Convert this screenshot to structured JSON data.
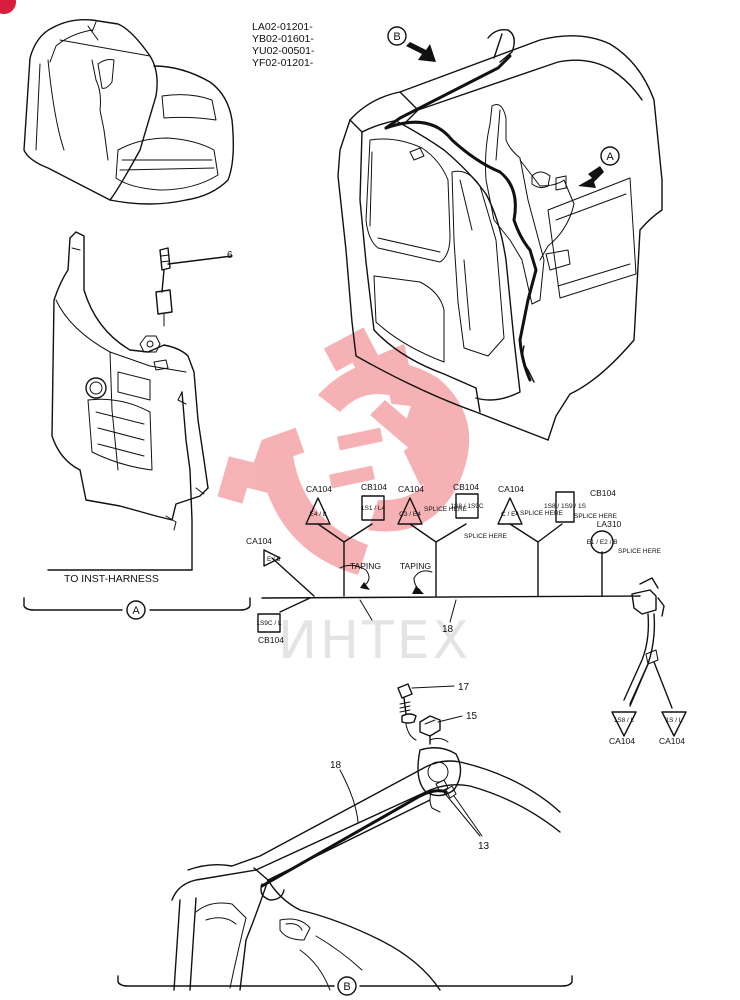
{
  "serial_numbers": [
    "LA02-01201-",
    "YB02-01601-",
    "YU02-00501-",
    "YF02-01201-"
  ],
  "view_markers": {
    "a": "A",
    "b": "B"
  },
  "callouts": {
    "p6": "6",
    "p13": "13",
    "p15": "15",
    "p17": "17",
    "p18_harness": "18",
    "p18_detail": "18"
  },
  "labels": {
    "to_inst_harness": "TO INST-HARNESS",
    "taping_1": "TAPING",
    "taping_2": "TAPING",
    "splice_here": "SPLICE HERE"
  },
  "connectors": {
    "ca104_top1": {
      "name": "CA104",
      "code": "E4 / 8"
    },
    "cb104_top1": {
      "name": "CB104",
      "code": "1S1 / L4"
    },
    "ca104_top2": {
      "name": "CA104",
      "code": "C3 / E4"
    },
    "cb104_top2": {
      "name": "CB104",
      "code": "1S8 / 1S9C"
    },
    "ca104_top3": {
      "name": "CA104",
      "code": "C / E4"
    },
    "cb104_top3": {
      "name": "CB104",
      "code": "1S8 / 1S9 / 1S"
    },
    "la310": {
      "name": "LA310",
      "code": "E1 / E2 / B"
    },
    "ca104_left": {
      "name": "CA104",
      "code": "E / 5"
    },
    "cb104_left": {
      "name": "CB104",
      "code": "1S9C / L"
    },
    "ca104_bot1": {
      "name": "CA104",
      "code": "1S8 / L"
    },
    "ca104_bot2": {
      "name": "CA104",
      "code": "1S / L"
    }
  },
  "watermark": {
    "brand": "ИНТЕХ",
    "color": "#e8343d"
  },
  "corner_badge_color": "#d91d3c"
}
